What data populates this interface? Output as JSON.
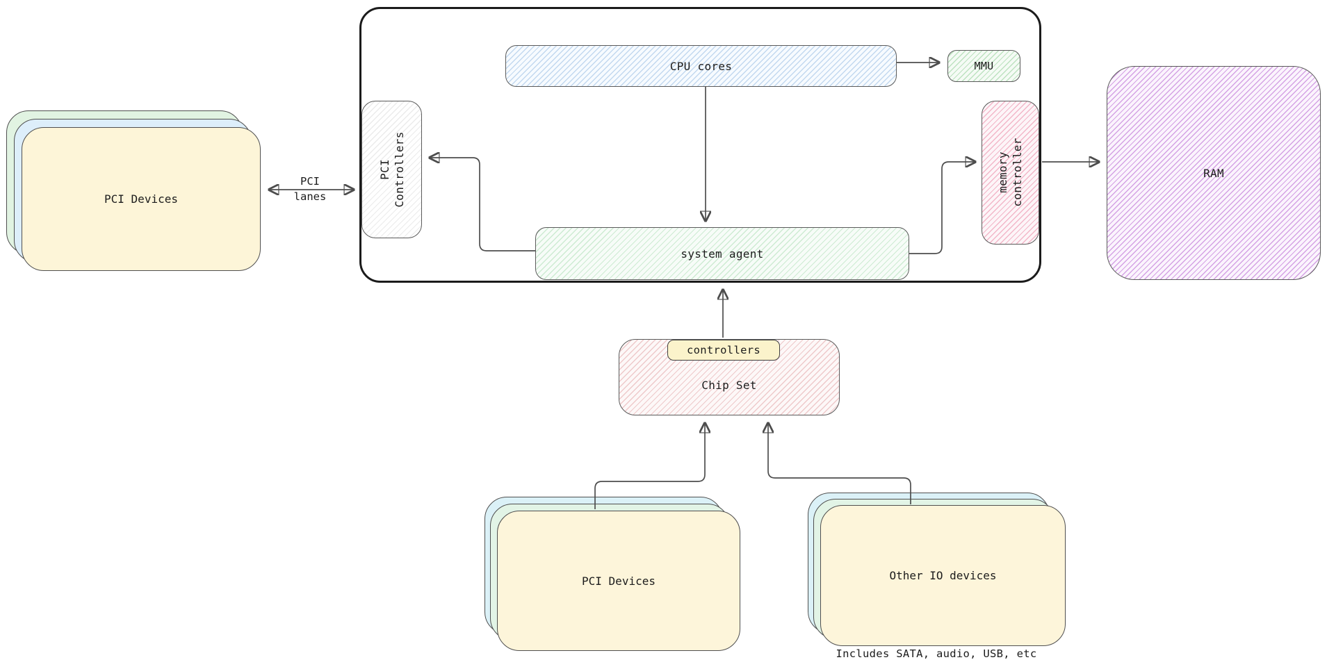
{
  "nodes": {
    "cpu_cores": "CPU cores",
    "mmu": "MMU",
    "pci_controllers": [
      "PCI",
      "Controllers"
    ],
    "system_agent": "system agent",
    "memory_controller": [
      "memory",
      "controller"
    ],
    "ram": "RAM",
    "pci_devices_left": "PCI Devices",
    "chip_set": "Chip Set",
    "chip_set_tag": "controllers",
    "pci_devices_bottom": "PCI Devices",
    "other_io_devices": "Other IO devices"
  },
  "labels": {
    "pci_lanes": [
      "PCI",
      "lanes"
    ],
    "io_caption": "Includes SATA, audio, USB, etc"
  },
  "colors": {
    "outline": "#1b1b1b",
    "shape_border": "#5a5a5a",
    "wire": "#4d4d4d",
    "hatch_blue": "#c2d8ef",
    "hatch_green": "#bde2c0",
    "hatch_pink": "#f2b6c8",
    "hatch_red": "#eec9ca",
    "hatch_purple": "#d4a2e4",
    "card_cream": "#fdf5d8",
    "card_blue": "#ddeefa",
    "card_mint": "#e2f4e6",
    "card_cyan": "#dbf1f7",
    "tag_yellow": "#fbf3cb"
  }
}
